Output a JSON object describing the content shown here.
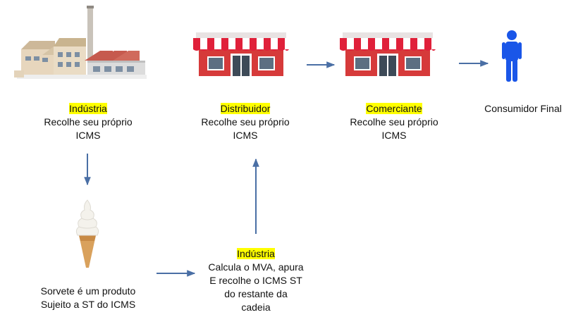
{
  "nodes": {
    "industria_top": {
      "title": "Indústria",
      "line1": "Recolhe seu próprio",
      "line2": "ICMS",
      "icon": "factory-icon"
    },
    "distribuidor": {
      "title": "Distribuidor",
      "line1": "Recolhe seu próprio",
      "line2": "ICMS",
      "icon": "store-icon"
    },
    "comerciante": {
      "title": "Comerciante",
      "line1": "Recolhe seu próprio",
      "line2": "ICMS",
      "icon": "store-icon"
    },
    "consumidor": {
      "title": "Consumidor Final",
      "icon": "person-icon"
    },
    "sorvete": {
      "line1": "Sorvete é um produto",
      "line2": "Sujeito a ST do ICMS",
      "icon": "ice-cream-icon"
    },
    "industria_st": {
      "title": "Indústria",
      "line1": "Calcula o MVA, apura",
      "line2": "E recolhe o ICMS ST",
      "line3": "do restante da",
      "line4": "cadeia"
    }
  },
  "colors": {
    "arrow": "#4a6fa5",
    "highlight": "#ffff00",
    "person": "#1a56e8",
    "awning_red": "#d8283a"
  }
}
